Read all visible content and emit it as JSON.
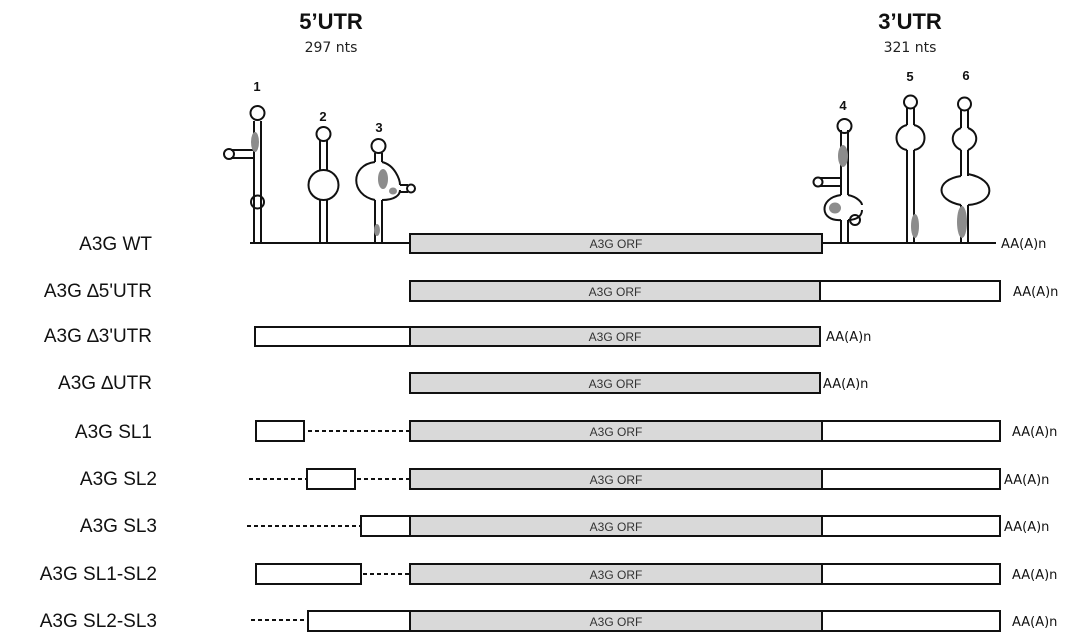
{
  "utr5": {
    "title": "5’UTR",
    "subtitle": "297 nts"
  },
  "utr3": {
    "title": "3’UTR",
    "subtitle": "321 nts"
  },
  "stem_loops": [
    "1",
    "2",
    "3",
    "4",
    "5",
    "6"
  ],
  "orf_label": "A3G ORF",
  "polya_label": "AA(A)n",
  "rows": [
    {
      "label": "A3G WT"
    },
    {
      "label": "A3G ∆5'UTR"
    },
    {
      "label": "A3G ∆3'UTR"
    },
    {
      "label": "A3G ∆UTR"
    },
    {
      "label": "A3G SL1"
    },
    {
      "label": "A3G SL2"
    },
    {
      "label": "A3G SL3"
    },
    {
      "label": "A3G SL1-SL2"
    },
    {
      "label": "A3G SL2-SL3"
    }
  ],
  "colors": {
    "orf_fill": "#d9d9d9",
    "blob": "#8c8c8c",
    "line": "#111111"
  }
}
